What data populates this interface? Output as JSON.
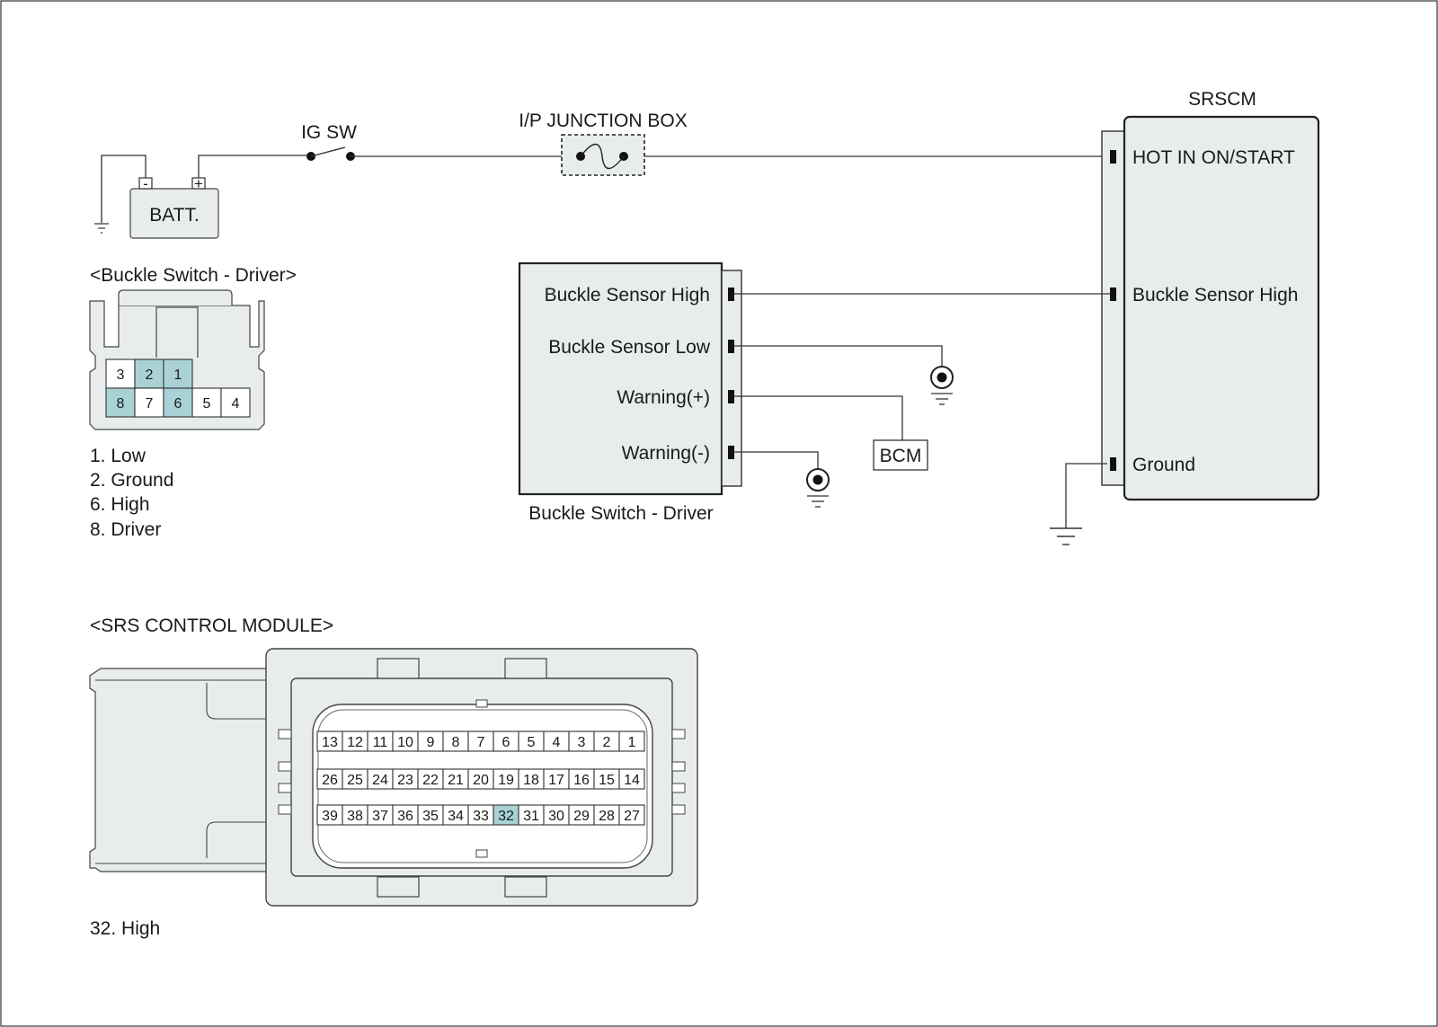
{
  "title": "",
  "power": {
    "battery_label": "BATT.",
    "battery_minus": "-",
    "battery_plus": "+",
    "ig_switch_label": "IG SW",
    "junction_box_label": "I/P JUNCTION BOX"
  },
  "srscm": {
    "title": "SRSCM",
    "pins": [
      "HOT IN ON/START",
      "Buckle Sensor High",
      "Ground"
    ]
  },
  "buckle_switch": {
    "caption": "Buckle Switch - Driver",
    "pins": [
      "Buckle Sensor High",
      "Buckle Sensor Low",
      "Warning(+)",
      "Warning(-)"
    ]
  },
  "bcm_label": "BCM",
  "buckle_connector": {
    "title": "<Buckle Switch - Driver>",
    "row1": [
      "3",
      "2",
      "1"
    ],
    "row2": [
      "8",
      "7",
      "6",
      "5",
      "4"
    ],
    "highlighted": [
      "2",
      "1",
      "8",
      "6"
    ],
    "legend": [
      "1. Low",
      "2. Ground",
      "6. High",
      "8. Driver"
    ]
  },
  "srs_connector": {
    "title": "<SRS CONTROL MODULE>",
    "row1": [
      "13",
      "12",
      "11",
      "10",
      "9",
      "8",
      "7",
      "6",
      "5",
      "4",
      "3",
      "2",
      "1"
    ],
    "row2": [
      "26",
      "25",
      "24",
      "23",
      "22",
      "21",
      "20",
      "19",
      "18",
      "17",
      "16",
      "15",
      "14"
    ],
    "row3": [
      "39",
      "38",
      "37",
      "36",
      "35",
      "34",
      "33",
      "32",
      "31",
      "30",
      "29",
      "28",
      "27"
    ],
    "highlighted": [
      "32"
    ],
    "legend": [
      "32. High"
    ]
  },
  "colors": {
    "highlight": "#a8d2d6",
    "body_fill": "#e8ecec",
    "line": "#222222"
  }
}
